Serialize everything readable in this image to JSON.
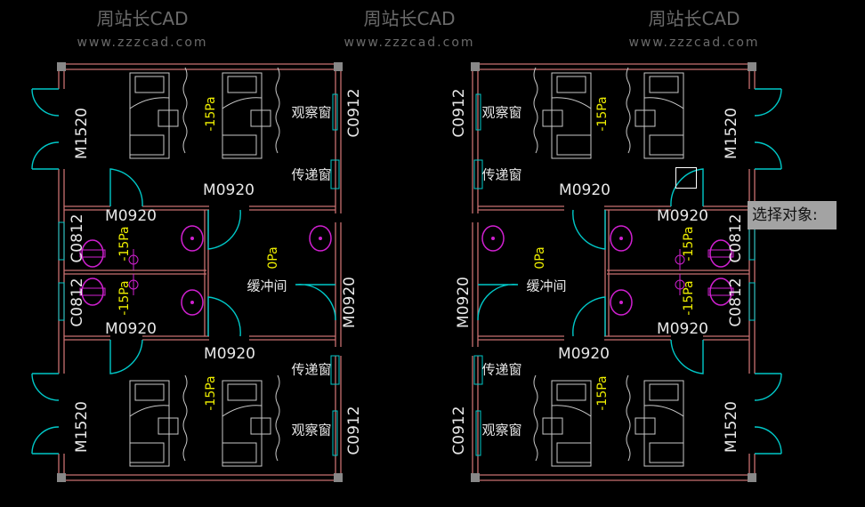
{
  "drawing": {
    "plans": [
      {
        "name": "left-plan",
        "labels": [
          "M1520",
          "M1520",
          "-15Pa",
          "-15Pa",
          "观察窗",
          "传递窗",
          "传递窗",
          "观察窗",
          "C0912",
          "C0912",
          "M0920",
          "M0920",
          "M0920",
          "M0920",
          "C0812",
          "C0812",
          "-15Pa",
          "-15Pa",
          "0Pa",
          "缓冲间",
          "M0920"
        ]
      },
      {
        "name": "right-plan",
        "labels": [
          "M1520",
          "M1520",
          "-15Pa",
          "-15Pa",
          "观察窗",
          "传递窗",
          "传递窗",
          "观察窗",
          "C0912",
          "C0912",
          "M0920",
          "M0920",
          "M0920",
          "M0920",
          "C0812",
          "C0812",
          "-15Pa",
          "-15Pa",
          "0Pa",
          "缓冲间",
          "M0920"
        ]
      }
    ],
    "watermark": {
      "brand": "周站长CAD",
      "url": "www.zzzcad.com"
    },
    "colors": {
      "wall": "#c87070",
      "door": "#00c8c8",
      "fixture": "#d020d0",
      "furniture": "#c8c8c8",
      "pressure": "#f0f000",
      "text": "#e8e8e8"
    }
  },
  "command_prompt": {
    "text": "选择对象:"
  }
}
